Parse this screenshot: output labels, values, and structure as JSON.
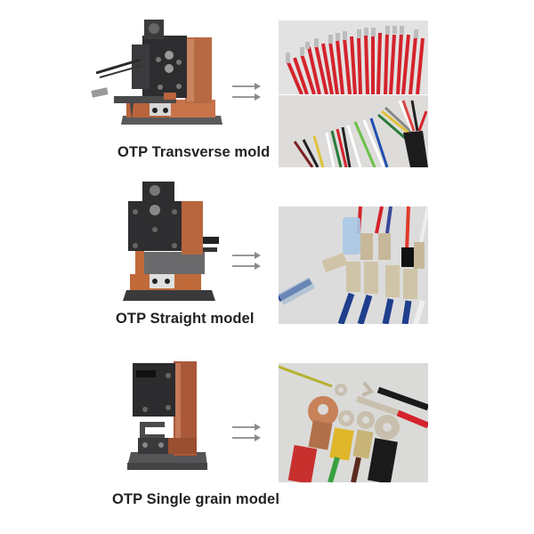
{
  "rows": [
    {
      "caption": "OTP Transverse mold",
      "machine_icon": "crimping-machine-transverse",
      "arrow_icon": "double-right-arrow-icon",
      "result_photos": [
        "red-wires-crimped-terminals",
        "multicolor-cable-crimped-terminals"
      ]
    },
    {
      "caption": "OTP Straight model",
      "machine_icon": "crimping-machine-straight",
      "arrow_icon": "double-right-arrow-icon",
      "result_photos": [
        "blue-wires-female-spade-terminals"
      ]
    },
    {
      "caption": "OTP Single grain model",
      "machine_icon": "crimping-machine-single-grain",
      "arrow_icon": "double-right-arrow-icon",
      "result_photos": [
        "ring-and-fork-terminals"
      ]
    }
  ],
  "colors": {
    "background": "#ffffff",
    "caption": "#222222",
    "arrow": "#8a8a8a",
    "copper": "#b0603a",
    "steel_dark": "#2e2e30",
    "wire_red": "#d8262f",
    "wire_blue": "#1f3f8c"
  }
}
